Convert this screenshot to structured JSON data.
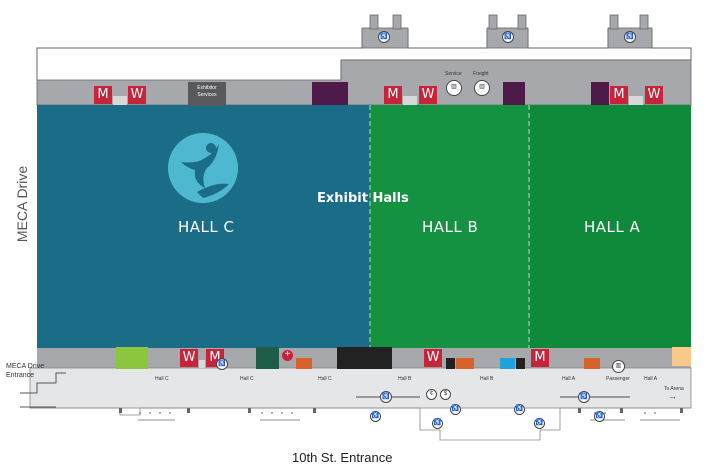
{
  "map": {
    "title": "Exhibit Halls",
    "halls": [
      {
        "id": "C",
        "label": "HALL C",
        "color": "#1a6c87"
      },
      {
        "id": "B",
        "label": "HALL B",
        "color": "#159241"
      },
      {
        "id": "A",
        "label": "HALL A",
        "color": "#0e8a3a"
      }
    ],
    "street_left": "MECA Drive",
    "street_bottom": "10th St. Entrance",
    "left_entrance": "MECA Drive\nEntrance",
    "exhibitor_services": "Exhibitor\nServices",
    "service_label": "Service",
    "freight_label": "Freight",
    "restroom_men": "M",
    "restroom_women": "W",
    "corridor_labels": [
      "Hall C",
      "Hall C",
      "Hall C",
      "Hall B",
      "Hall B",
      "Hall A",
      "Passenger",
      "Hall A"
    ],
    "to_arena": "To Arena",
    "colors": {
      "building_gray": "#a6a8ab",
      "corridor_light": "#e5e6e7",
      "purple": "#4e1a4a",
      "black": "#222222",
      "orange": "#d9622b",
      "lime": "#8cc63f",
      "cyan": "#1ea3dd",
      "peach": "#f9c98a",
      "logo_cyan": "#4fb8d1"
    },
    "icons": [
      "wheelchair-icon",
      "elevator-icon",
      "first-aid-icon",
      "atm-icon",
      "dollar-icon",
      "logo-icon"
    ]
  }
}
